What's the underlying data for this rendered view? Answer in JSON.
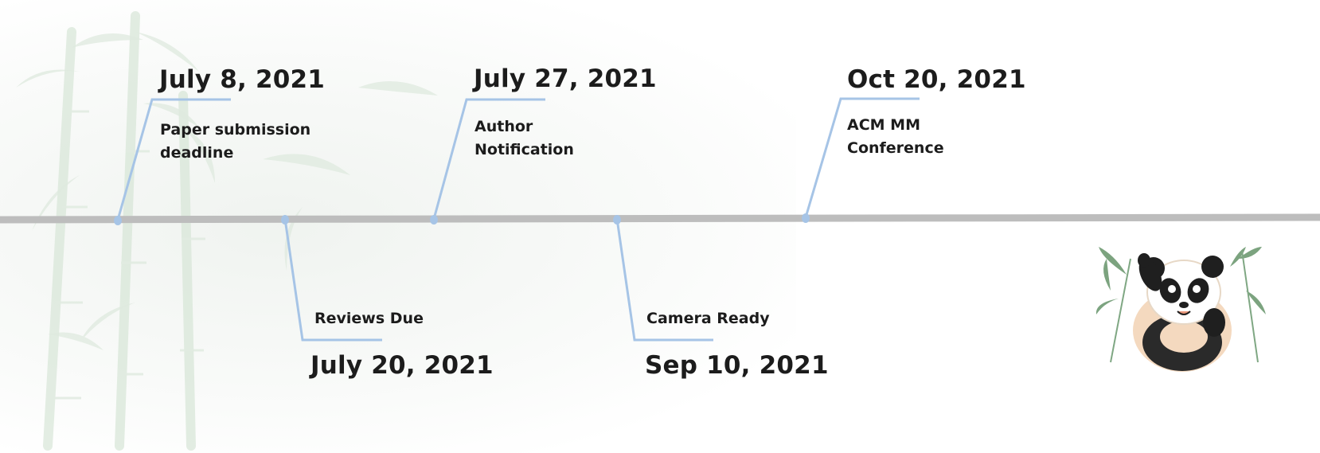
{
  "timeline": {
    "events": [
      {
        "date": "July 8, 2021",
        "label": "Paper submission\ndeadline",
        "side": "above"
      },
      {
        "date": "July 20, 2021",
        "label": "Reviews Due",
        "side": "below"
      },
      {
        "date": "July 27, 2021",
        "label": "Author\nNotification",
        "side": "above"
      },
      {
        "date": "Sep 10, 2021",
        "label": "Camera Ready",
        "side": "below"
      },
      {
        "date": "Oct 20, 2021",
        "label": "ACM MM\nConference",
        "side": "above"
      }
    ]
  },
  "colors": {
    "axis": "#bdbdbd",
    "connector": "#a6c4e6",
    "text": "#1c1c1c"
  },
  "decorations": {
    "background": "bamboo-wash",
    "mascot": "panda-icon"
  }
}
